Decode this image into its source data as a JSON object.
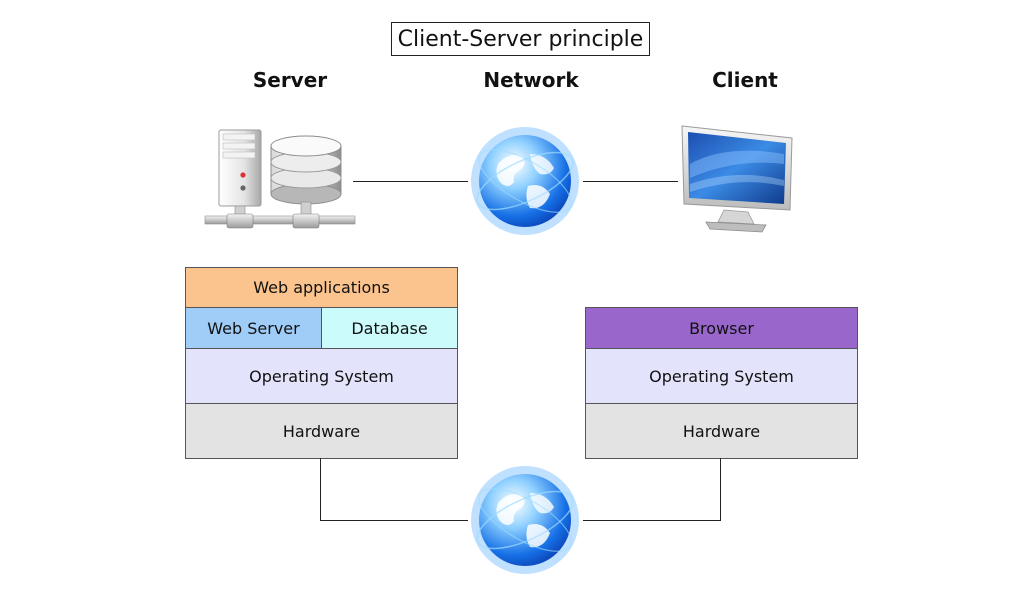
{
  "title": "Client-Server principle",
  "columns": {
    "server": "Server",
    "network": "Network",
    "client": "Client"
  },
  "server_stack": {
    "web_applications": "Web applications",
    "web_server": "Web Server",
    "database": "Database",
    "operating_system": "Operating System",
    "hardware": "Hardware"
  },
  "client_stack": {
    "browser": "Browser",
    "operating_system": "Operating System",
    "hardware": "Hardware"
  },
  "colors": {
    "web_applications": "#fbc38d",
    "web_server": "#9fcdf7",
    "database": "#ccfbfb",
    "operating_system": "#e3e3fb",
    "hardware": "#e3e3e3",
    "browser": "#9966cc",
    "lines": "#222222"
  },
  "icons": {
    "server": "server-database-icon",
    "network_top": "globe-icon",
    "client": "monitor-icon",
    "network_bottom": "globe-icon"
  }
}
